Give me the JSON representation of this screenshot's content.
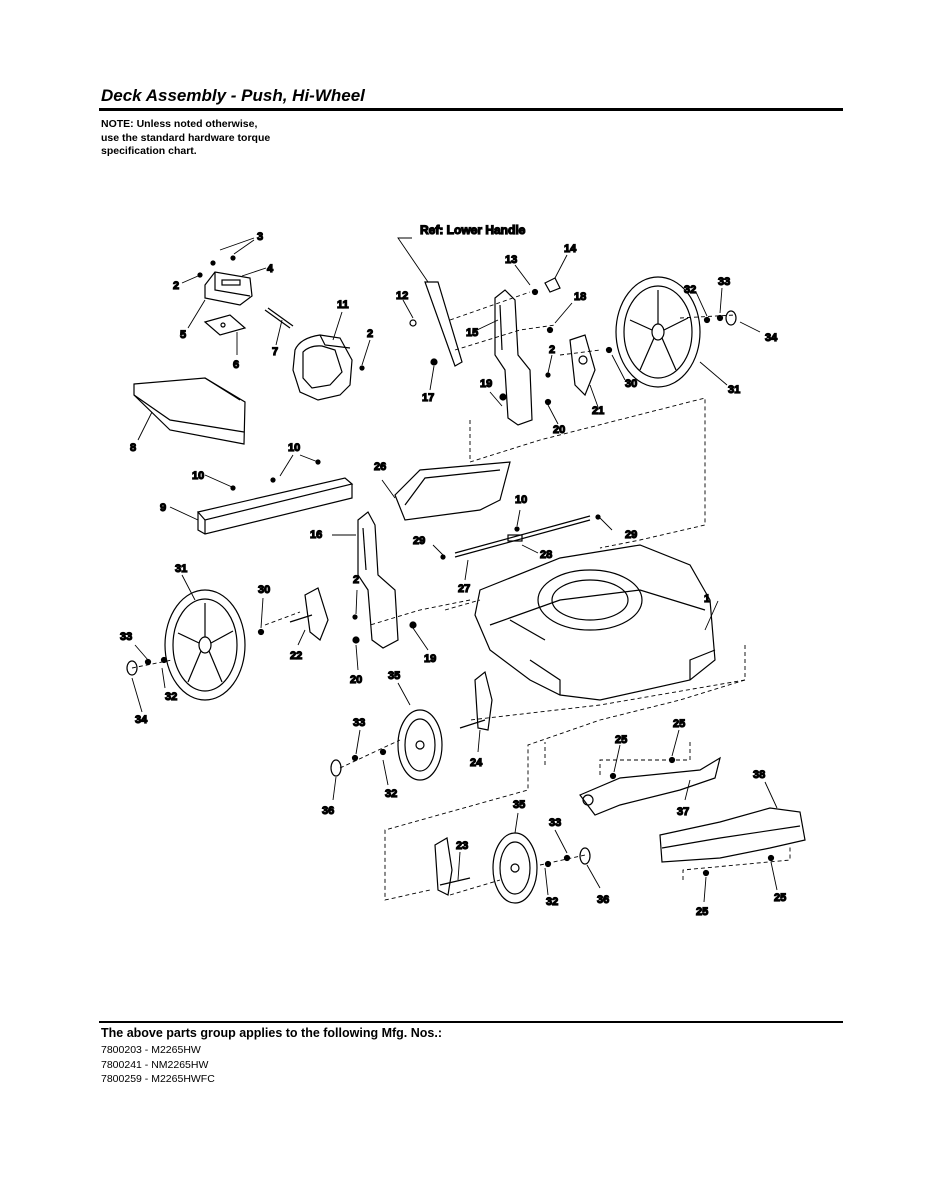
{
  "header": {
    "title": "Deck Assembly - Push, Hi-Wheel",
    "note_lines": [
      "NOTE: Unless noted otherwise,",
      "use the standard hardware torque",
      "specification chart."
    ]
  },
  "diagram": {
    "reference_label": "Ref: Lower Handle",
    "callouts": [
      "1",
      "2",
      "2",
      "2",
      "2",
      "3",
      "4",
      "5",
      "6",
      "7",
      "8",
      "9",
      "10",
      "10",
      "10",
      "10",
      "11",
      "12",
      "13",
      "14",
      "15",
      "16",
      "17",
      "18",
      "19",
      "19",
      "20",
      "20",
      "21",
      "22",
      "23",
      "24",
      "25",
      "25",
      "25",
      "25",
      "26",
      "27",
      "28",
      "29",
      "29",
      "30",
      "30",
      "31",
      "31",
      "32",
      "32",
      "32",
      "32",
      "33",
      "33",
      "33",
      "33",
      "34",
      "34",
      "35",
      "35",
      "36",
      "36",
      "37",
      "38"
    ]
  },
  "footer": {
    "applies_heading": "The above parts group applies to the following Mfg. Nos.:",
    "mfg_numbers": [
      "7800203 - M2265HW",
      "7800241 - NM2265HW",
      "7800259 - M2265HWFC"
    ]
  }
}
